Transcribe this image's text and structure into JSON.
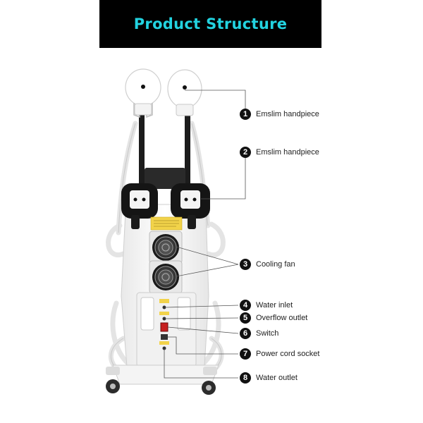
{
  "header": {
    "title": "Product Structure",
    "title_color": "#22d3e0",
    "background": "#000000"
  },
  "callouts": [
    {
      "number": "1",
      "label": "Emslim handpiece"
    },
    {
      "number": "2",
      "label": "Emslim handpiece"
    },
    {
      "number": "3",
      "label": "Cooling fan"
    },
    {
      "number": "4",
      "label": "Water inlet"
    },
    {
      "number": "5",
      "label": "Overflow outlet"
    },
    {
      "number": "6",
      "label": "Switch"
    },
    {
      "number": "7",
      "label": "Power cord socket"
    },
    {
      "number": "8",
      "label": "Water outlet"
    }
  ]
}
